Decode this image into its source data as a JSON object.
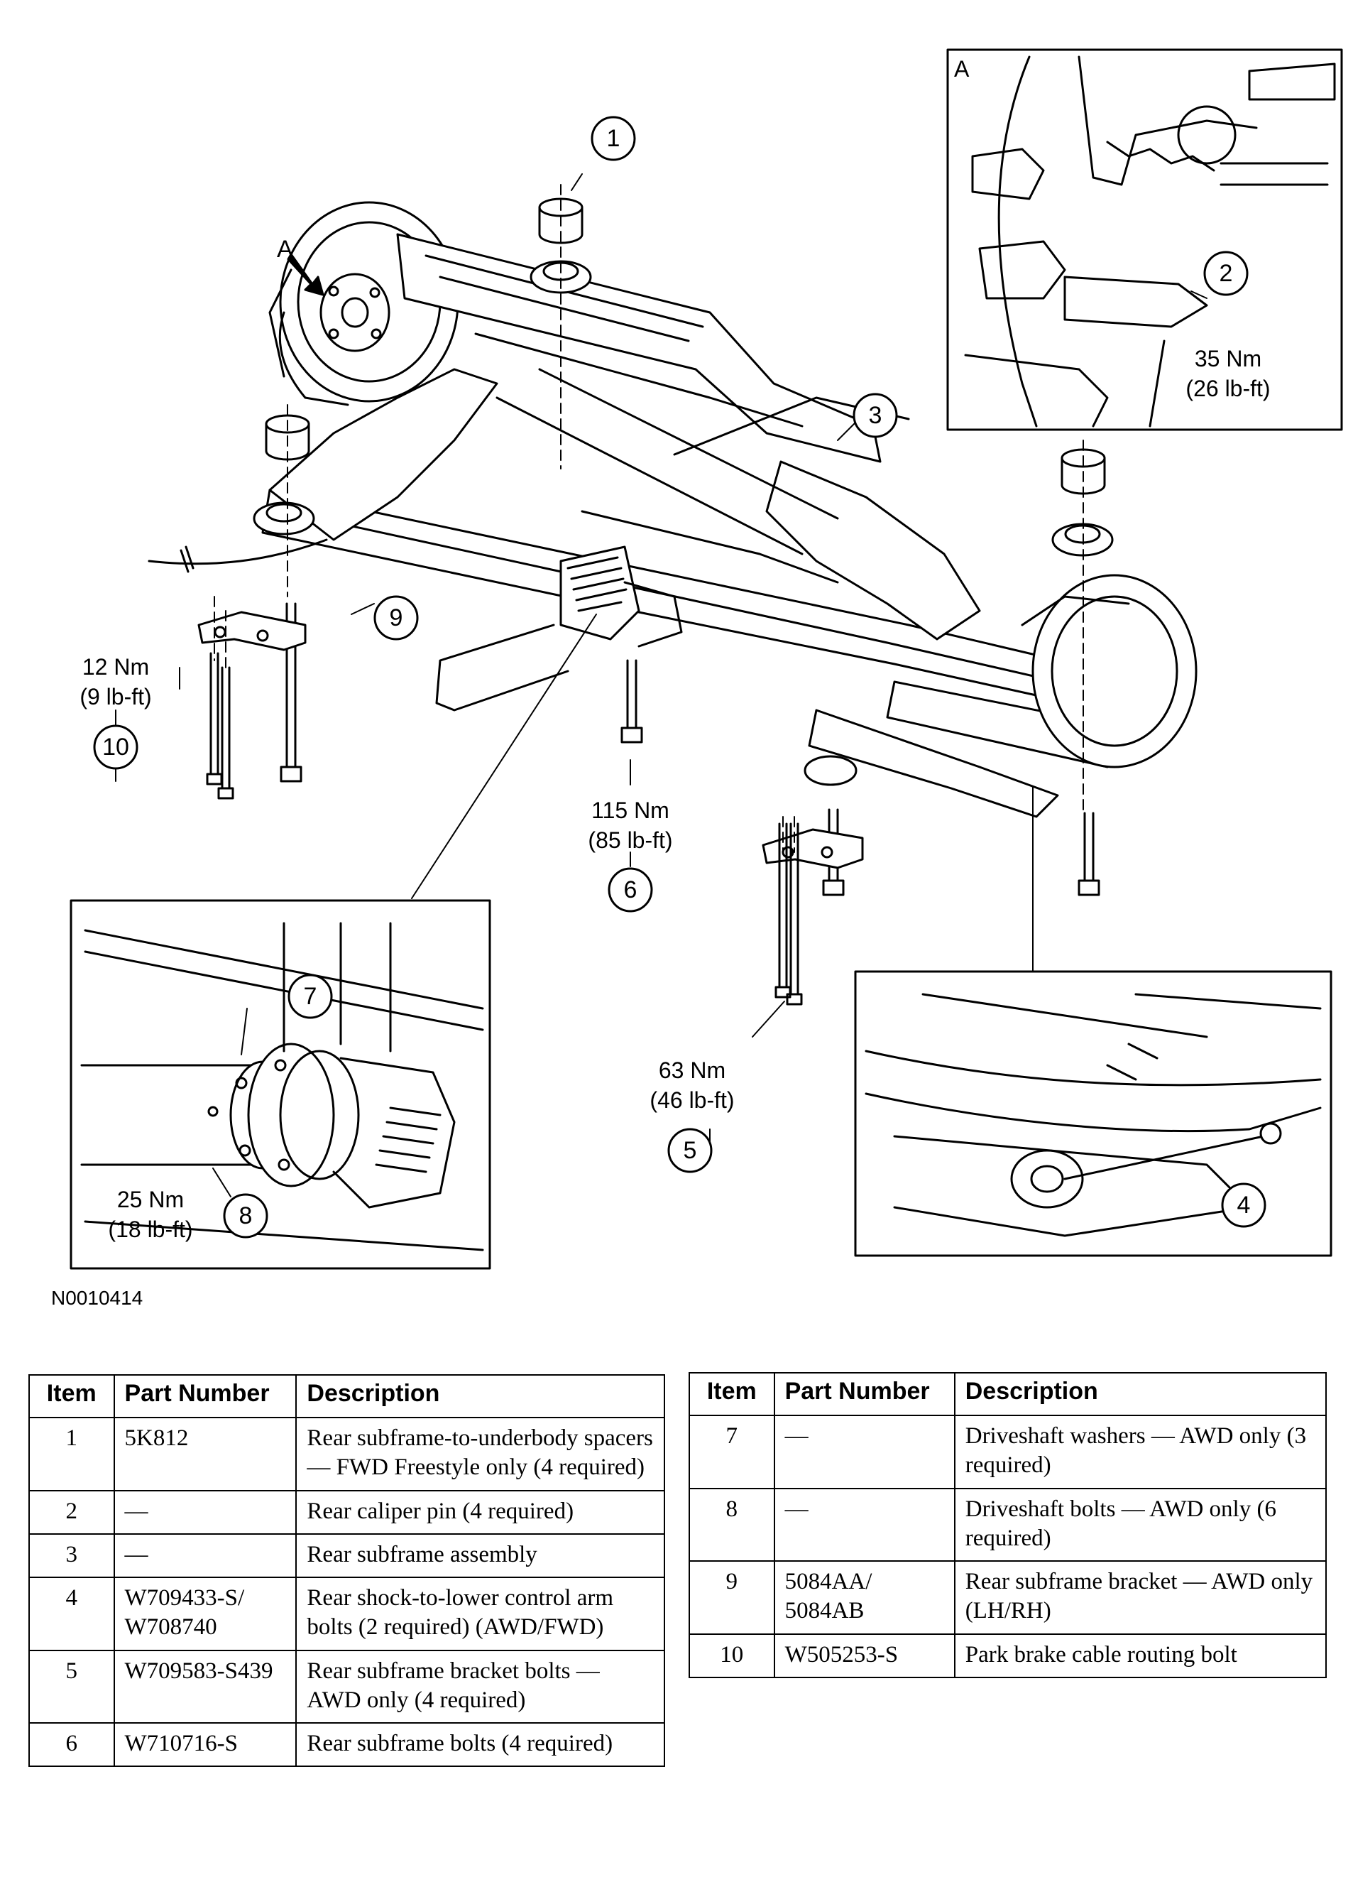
{
  "diagram": {
    "figure_id": "N0010414",
    "view_label_main": "A",
    "inset_a": {
      "label": "A",
      "callout": "2",
      "torque_nm": "35 Nm",
      "torque_lbft": "(26 lb-ft)"
    },
    "callouts": [
      {
        "id": "1",
        "torque_nm": "",
        "torque_lbft": ""
      },
      {
        "id": "3",
        "torque_nm": "",
        "torque_lbft": ""
      },
      {
        "id": "4",
        "torque_nm": "",
        "torque_lbft": ""
      },
      {
        "id": "5",
        "torque_nm": "63 Nm",
        "torque_lbft": "(46 lb-ft)"
      },
      {
        "id": "6",
        "torque_nm": "115 Nm",
        "torque_lbft": "(85 lb-ft)"
      },
      {
        "id": "7",
        "torque_nm": "",
        "torque_lbft": ""
      },
      {
        "id": "8",
        "torque_nm": "25 Nm",
        "torque_lbft": "(18 lb-ft)"
      },
      {
        "id": "9",
        "torque_nm": "",
        "torque_lbft": ""
      },
      {
        "id": "10",
        "torque_nm": "12 Nm",
        "torque_lbft": "(9 lb-ft)"
      }
    ]
  },
  "parts_table": {
    "headers": {
      "item": "Item",
      "part_number": "Part Number",
      "description": "Description"
    },
    "left_rows": [
      {
        "item": "1",
        "part_number": "5K812",
        "description": "Rear subframe-to-underbody spacers — FWD Freestyle only (4 required)"
      },
      {
        "item": "2",
        "part_number": "—",
        "description": "Rear caliper pin (4 required)"
      },
      {
        "item": "3",
        "part_number": "—",
        "description": "Rear subframe assembly"
      },
      {
        "item": "4",
        "part_number": "W709433-S/ W708740",
        "description": "Rear shock-to-lower control arm bolts (2 required) (AWD/FWD)"
      },
      {
        "item": "5",
        "part_number": "W709583-S439",
        "description": "Rear subframe bracket bolts — AWD only (4 required)"
      },
      {
        "item": "6",
        "part_number": "W710716-S",
        "description": "Rear subframe bolts (4 required)"
      }
    ],
    "right_rows": [
      {
        "item": "7",
        "part_number": "—",
        "description": "Driveshaft washers — AWD only (3 required)"
      },
      {
        "item": "8",
        "part_number": "—",
        "description": "Driveshaft bolts — AWD only (6 required)"
      },
      {
        "item": "9",
        "part_number": "5084AA/ 5084AB",
        "description": "Rear subframe bracket — AWD only (LH/RH)"
      },
      {
        "item": "10",
        "part_number": "W505253-S",
        "description": "Park brake cable routing bolt"
      }
    ]
  }
}
